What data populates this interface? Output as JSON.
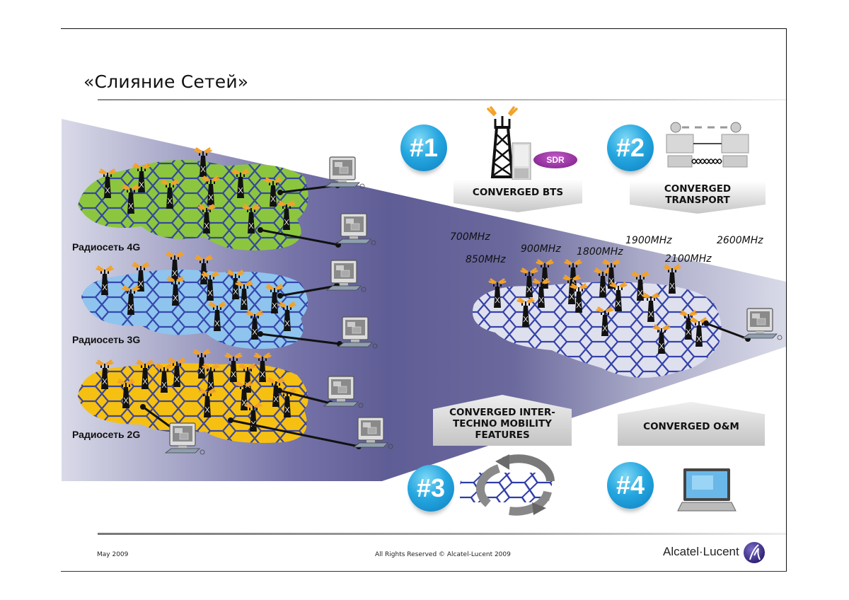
{
  "slide": {
    "title": "«Слияние Сетей»",
    "footer": {
      "date": "May 2009",
      "copyright": "All Rights Reserved © Alcatel-Lucent 2009",
      "brand": "Alcatel·Lucent",
      "brand_icon": "alcatel-lucent-logo-icon"
    }
  },
  "networks": [
    {
      "label": "Радиосеть 4G",
      "color": "#8cc63f"
    },
    {
      "label": "Радиосеть 3G",
      "color": "#8fc4ee"
    },
    {
      "label": "Радиосеть 2G",
      "color": "#f5c012"
    }
  ],
  "frequencies": [
    "700MHz",
    "850MHz",
    "900MHz",
    "1800MHz",
    "1900MHz",
    "2100MHz",
    "2600MHz"
  ],
  "features": [
    {
      "number": "#1",
      "label": "CONVERGED BTS",
      "icon": "bts-tower-icon",
      "extra": "SDR"
    },
    {
      "number": "#2",
      "label_lines": [
        "CONVERGED",
        "TRANSPORT"
      ],
      "icon": "transport-link-icon"
    },
    {
      "number": "#3",
      "label_lines": [
        "CONVERGED INTER-",
        "TECHNO MOBILITY",
        "FEATURES"
      ],
      "icon": "mobility-cycle-icon"
    },
    {
      "number": "#4",
      "label": "CONVERGED O&M",
      "icon": "laptop-icon"
    }
  ],
  "colors": {
    "funnel_dark": "#5e5c94",
    "funnel_light": "#d7d8e6",
    "badge_blue": "#1f9fdc",
    "sdr_purple": "#8b2a96",
    "antenna_orange": "#f2a22a"
  }
}
